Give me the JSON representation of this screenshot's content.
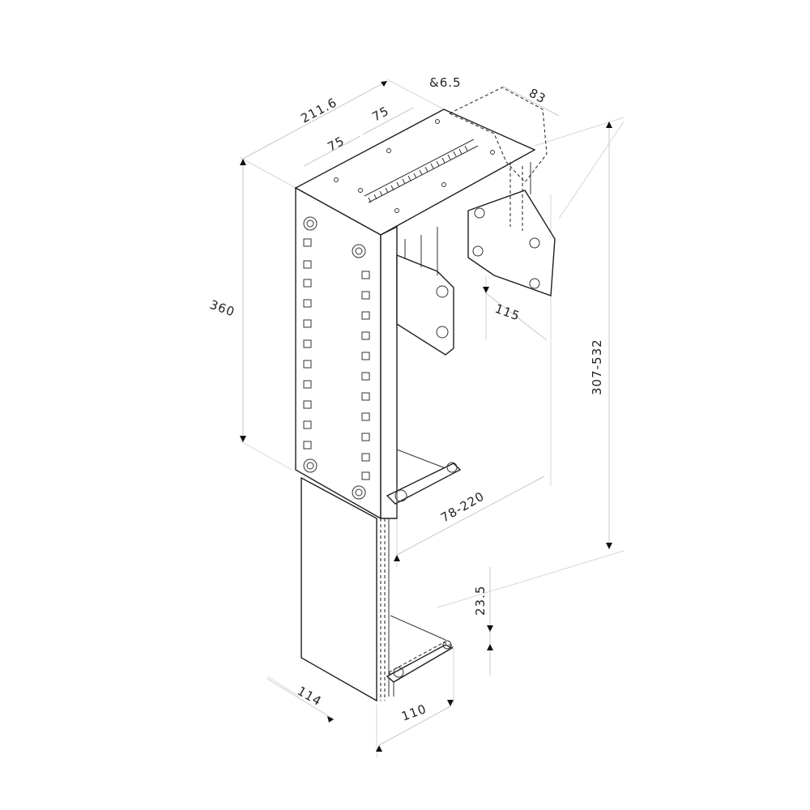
{
  "diagram": {
    "subject": "CPU holder bracket isometric dimension drawing",
    "dimensions": {
      "top_width": "211.6",
      "top_spacing_a": "75",
      "top_spacing_b": "75",
      "hole_diameter": "&6.5",
      "mount_depth": "83",
      "holder_height": "360",
      "overall_height_range": "307-532",
      "plate_offset": "115",
      "clamp_width_range": "78-220",
      "lip_height": "23.5",
      "base_depth": "114",
      "base_width": "110"
    },
    "colors": {
      "line": "#1e1e1e",
      "dimension_line": "#c8c8c8",
      "background": "#ffffff"
    }
  }
}
